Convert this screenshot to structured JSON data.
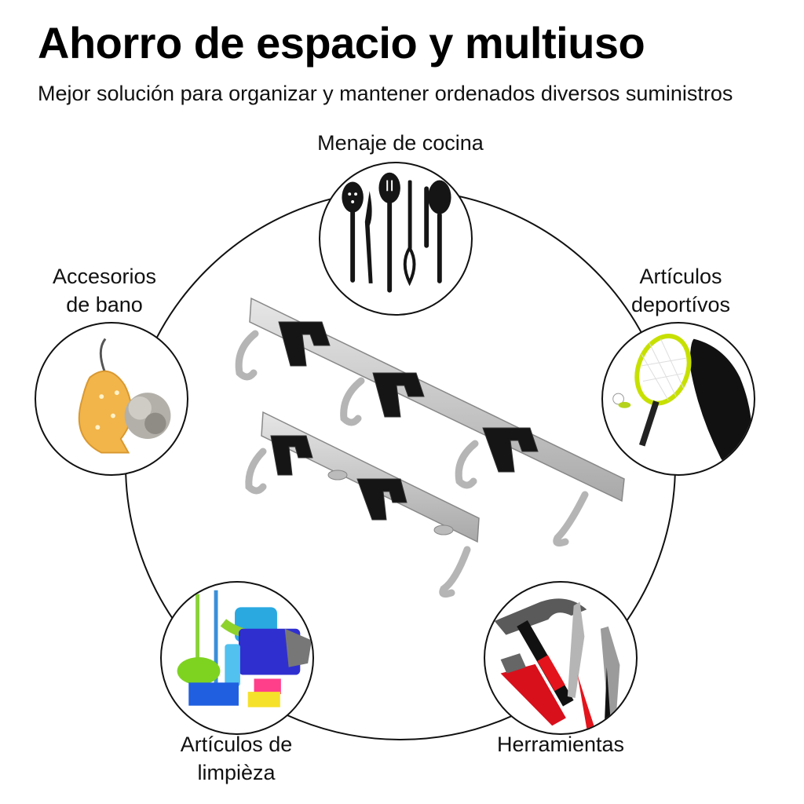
{
  "header": {
    "title": "Ahorro de espacio y multiuso",
    "subtitle": "Mejor solución para organizar y mantener ordenados diversos suministros"
  },
  "categories": {
    "cocina": {
      "label": "Menaje de cocina",
      "icon": "kitchen-utensils-icon"
    },
    "bano": {
      "line1": "Accesorios",
      "line2": "de bano",
      "icon": "bath-sponge-icon"
    },
    "deportivos": {
      "line1": "Artículos",
      "line2": "deportívos",
      "icon": "tennis-racket-icon"
    },
    "limpieza": {
      "line1": "Artículos de",
      "line2": "limpièza",
      "icon": "cleaning-supplies-icon"
    },
    "herramientas": {
      "label": "Herramientas",
      "icon": "tools-icon"
    }
  },
  "product": {
    "icon": "wall-mop-holder-icon"
  },
  "colors": {
    "ring": "#111111",
    "metal": "#c8c8c8",
    "clip": "#151515"
  }
}
